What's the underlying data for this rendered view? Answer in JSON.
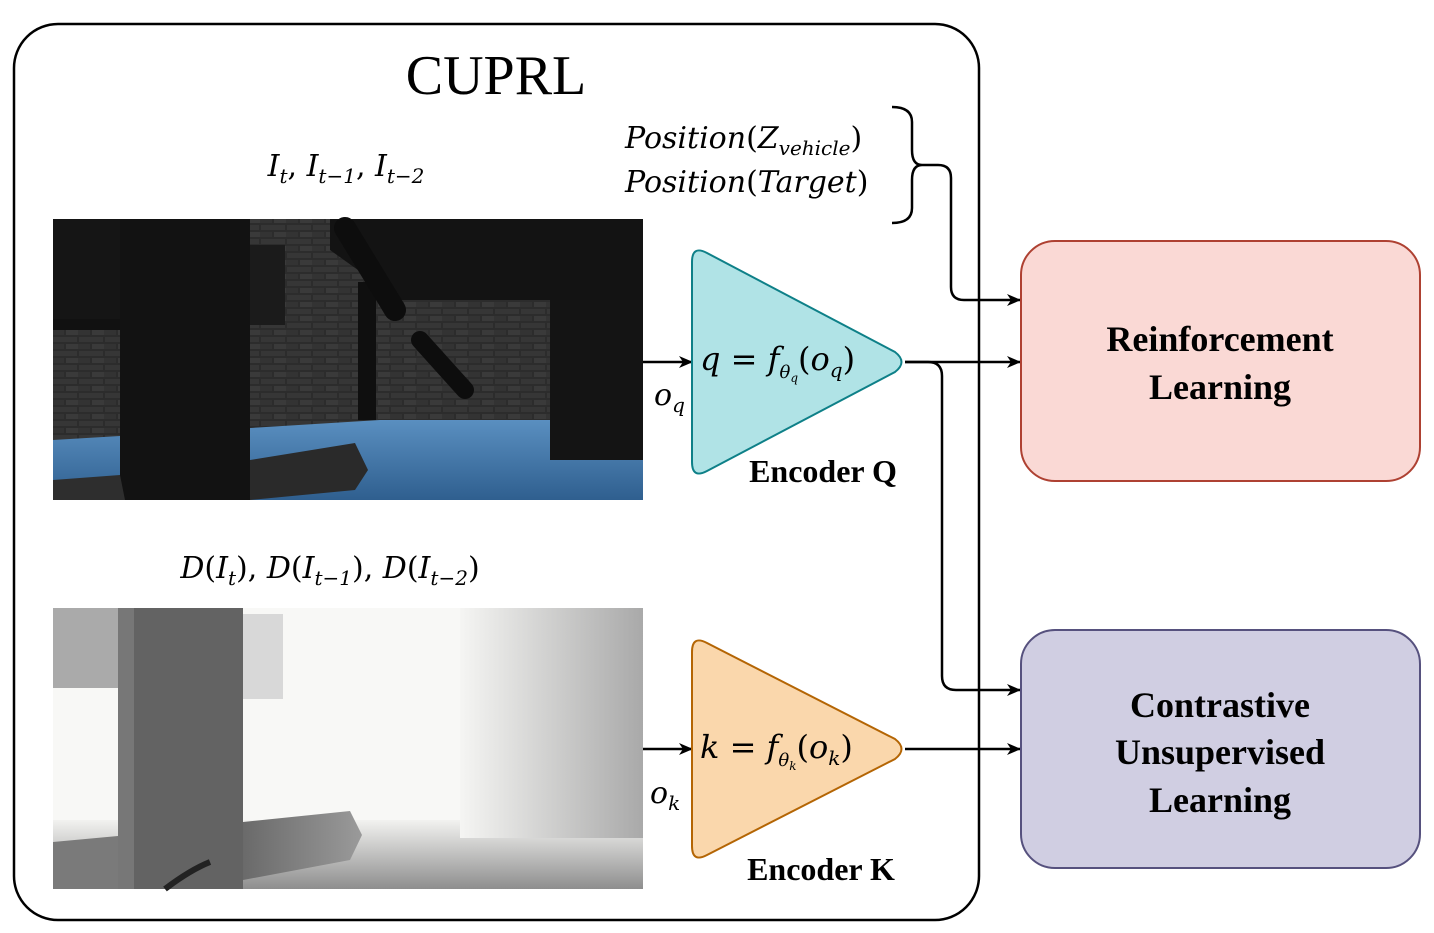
{
  "title": "CUPRL",
  "rgb_frames_label": {
    "base": "I",
    "subs": [
      "t",
      "t−1",
      "t−2"
    ]
  },
  "depth_frames_label": {
    "fn": "D",
    "base": "I",
    "subs": [
      "t",
      "t−1",
      "t−2"
    ]
  },
  "position_inputs": [
    {
      "fn": "Position",
      "arg": "Z",
      "sub": "vehicle"
    },
    {
      "fn": "Position",
      "arg": "Target",
      "sub": ""
    }
  ],
  "observations": {
    "q": {
      "base": "o",
      "sub": "q"
    },
    "k": {
      "base": "o",
      "sub": "k"
    }
  },
  "encoders": [
    {
      "id": "q",
      "name": "Encoder Q",
      "formula_lhs": "q",
      "fn": "f",
      "theta_sub": "q",
      "arg": "o",
      "arg_sub": "q",
      "fill": "#b0e3e6",
      "stroke": "#0e8088"
    },
    {
      "id": "k",
      "name": "Encoder K",
      "formula_lhs": "k",
      "fn": "f",
      "theta_sub": "k",
      "arg": "o",
      "arg_sub": "k",
      "fill": "#fad7ac",
      "stroke": "#b46504"
    }
  ],
  "modules": [
    {
      "id": "rl",
      "lines": [
        "Reinforcement",
        "Learning"
      ],
      "fill": "#fad9d5",
      "stroke": "#ae4132"
    },
    {
      "id": "cul",
      "lines": [
        "Contrastive",
        "Unsupervised",
        "Learning"
      ],
      "fill": "#d0cee2",
      "stroke": "#56517e"
    }
  ],
  "images": [
    {
      "id": "rgb",
      "description": "RGB camera frame of underwater scene"
    },
    {
      "id": "depth",
      "description": "Depth map of same scene"
    }
  ]
}
